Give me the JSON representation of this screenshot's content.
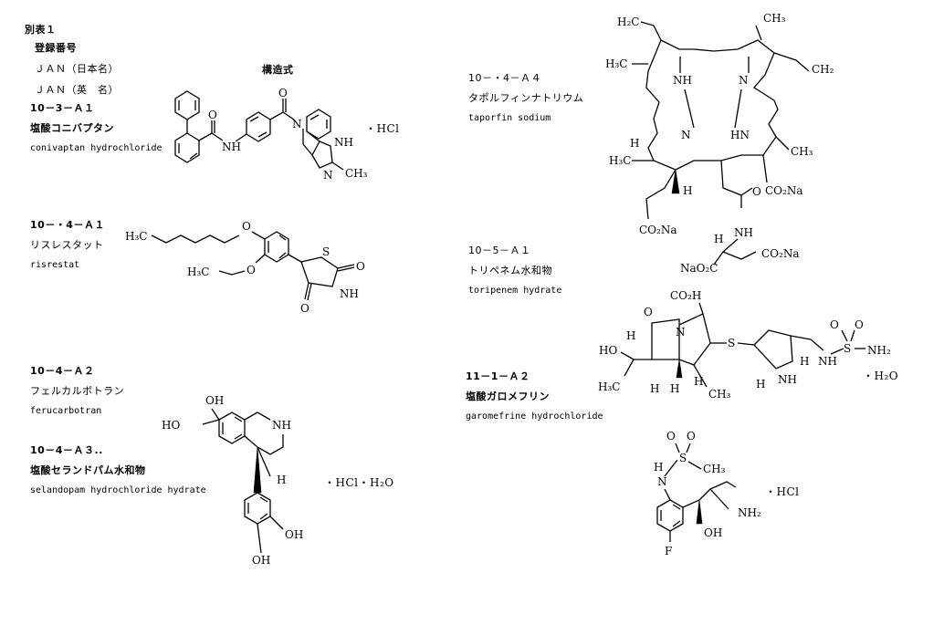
{
  "header": {
    "table_label": "別表１",
    "field_registration": "登録番号",
    "field_jan_ja": "ＪＡＮ（日本名）",
    "field_structure": "構造式",
    "field_jan_en": "ＪＡＮ（英　名）"
  },
  "entries": [
    {
      "code": "10－3－Ａ１",
      "name_ja": "塩酸コニバプタン",
      "name_en": "conivaptan hydrochloride",
      "salt": "・HCl"
    },
    {
      "code": "10－・4－Ａ１",
      "name_ja": "リスレスタット",
      "name_en": "risrestat",
      "salt": ""
    },
    {
      "code": "10－4－Ａ２",
      "name_ja": "フェルカルボトラン",
      "name_en": "ferucarbotran",
      "salt": ""
    },
    {
      "code": "10－4－Ａ３..",
      "name_ja": "塩酸セランドパム水和物",
      "name_en": "selandopam hydrochloride hydrate",
      "salt": "・HCl・H₂O"
    },
    {
      "code": "10－・4－Ａ４",
      "name_ja": "タポルフィンナトリウム",
      "name_en": "taporfin sodium",
      "salt": ""
    },
    {
      "code": "10－5－Ａ１",
      "name_ja": "トリペネム水和物",
      "name_en": "toripenem hydrate",
      "salt": "・H₂O"
    },
    {
      "code": "11－1－Ａ２",
      "name_ja": "塩酸ガロメフリン",
      "name_en": "garomefrine hydrochloride",
      "salt": "・HCl"
    }
  ],
  "atoms": {
    "nh": "NH",
    "n": "N",
    "h": "H",
    "hn": "HN",
    "ch3": "CH₃",
    "h3c": "H₃C",
    "o": "O",
    "s": "S",
    "oh": "OH",
    "ho": "HO",
    "f": "F",
    "nh2": "NH₂",
    "co2na": "CO₂Na",
    "naoc": "NaO₂C",
    "co2h": "CO₂H",
    "h2c": "H₂C",
    "ch2": "CH₂"
  }
}
